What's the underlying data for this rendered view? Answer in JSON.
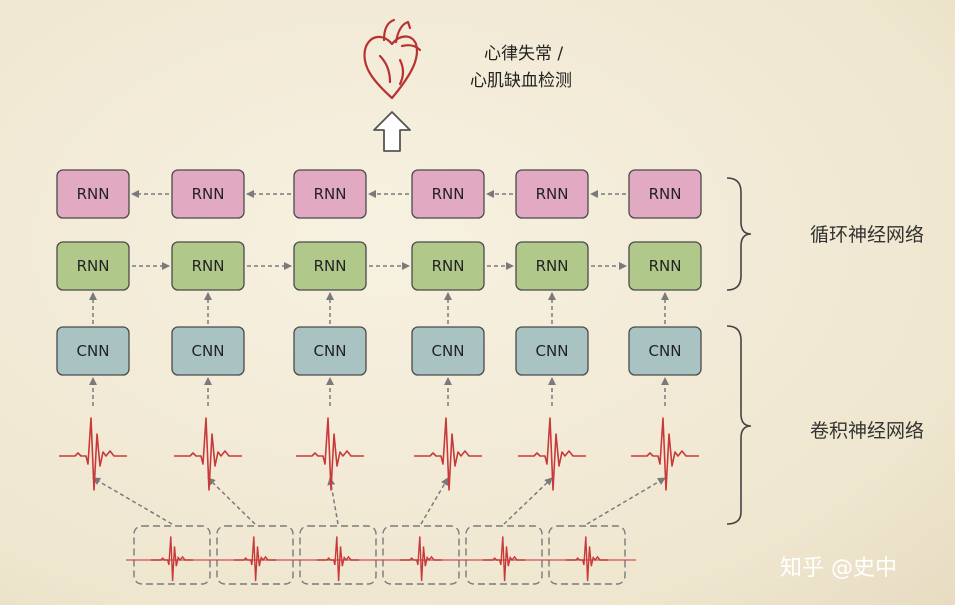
{
  "output": {
    "line1": "心律失常 /",
    "line2": "心肌缺血检测"
  },
  "rnn_label": "RNN",
  "cnn_label": "CNN",
  "rnn_group_label": "循环神经网络",
  "cnn_group_label": "卷积神经网络",
  "watermark": "知乎 @史中",
  "colors": {
    "rnn_top": "#e2a9c3",
    "rnn_bottom": "#b0c98a",
    "cnn": "#a9c3c3",
    "ecg": "#c83a3a",
    "heart": "#b83232",
    "arrow": "#7a7a7a"
  }
}
